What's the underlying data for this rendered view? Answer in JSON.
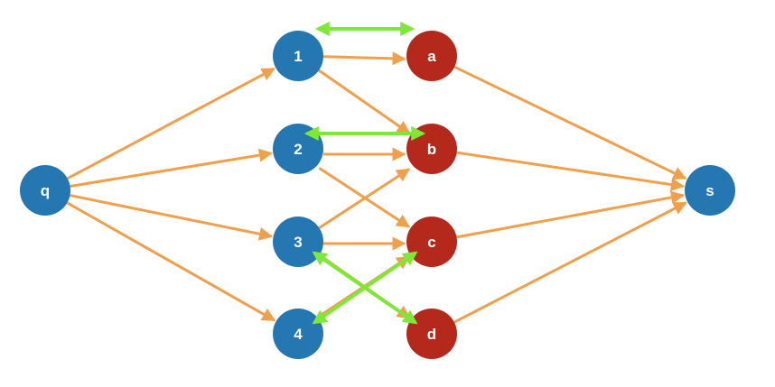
{
  "colors": {
    "source_sink_node": "#2577b2",
    "left_node": "#2577b2",
    "right_node": "#b5291c",
    "flow_edge": "#f0a04b",
    "match_edge": "#7ee837",
    "label": "#ffffff"
  },
  "nodes": [
    {
      "id": "q",
      "label": "q",
      "group": "source"
    },
    {
      "id": "1",
      "label": "1",
      "group": "left"
    },
    {
      "id": "2",
      "label": "2",
      "group": "left"
    },
    {
      "id": "3",
      "label": "3",
      "group": "left"
    },
    {
      "id": "4",
      "label": "4",
      "group": "left"
    },
    {
      "id": "a",
      "label": "a",
      "group": "right"
    },
    {
      "id": "b",
      "label": "b",
      "group": "right"
    },
    {
      "id": "c",
      "label": "c",
      "group": "right"
    },
    {
      "id": "d",
      "label": "d",
      "group": "right"
    },
    {
      "id": "s",
      "label": "s",
      "group": "sink"
    }
  ],
  "flow_edges": [
    {
      "from": "q",
      "to": "1"
    },
    {
      "from": "q",
      "to": "2"
    },
    {
      "from": "q",
      "to": "3"
    },
    {
      "from": "q",
      "to": "4"
    },
    {
      "from": "1",
      "to": "a"
    },
    {
      "from": "1",
      "to": "b"
    },
    {
      "from": "2",
      "to": "b"
    },
    {
      "from": "2",
      "to": "c"
    },
    {
      "from": "3",
      "to": "b"
    },
    {
      "from": "3",
      "to": "c"
    },
    {
      "from": "3",
      "to": "d"
    },
    {
      "from": "4",
      "to": "c"
    },
    {
      "from": "a",
      "to": "s"
    },
    {
      "from": "b",
      "to": "s"
    },
    {
      "from": "c",
      "to": "s"
    },
    {
      "from": "d",
      "to": "s"
    }
  ],
  "matching_edges": [
    {
      "from": "1",
      "to": "a"
    },
    {
      "from": "2",
      "to": "b"
    },
    {
      "from": "3",
      "to": "d"
    },
    {
      "from": "4",
      "to": "c"
    }
  ]
}
